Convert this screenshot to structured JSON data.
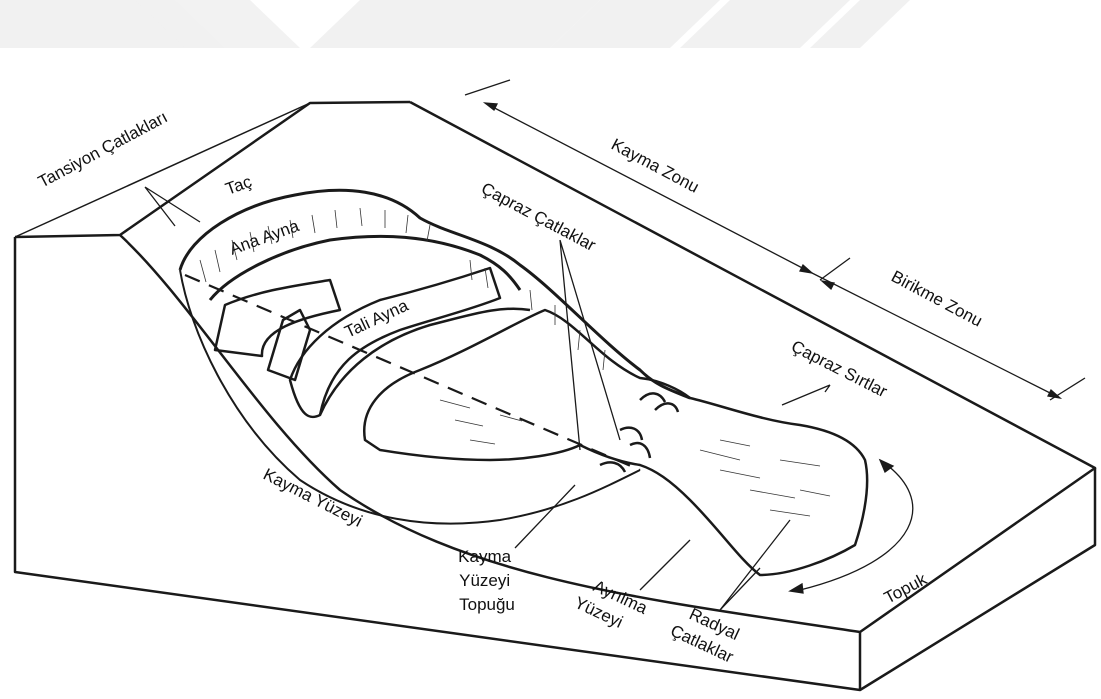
{
  "labels": {
    "tension_cracks": "Tansiyon Çatlakları",
    "crown": "Taç",
    "main_scarp": "Ana Ayna",
    "minor_scarp": "Tali Ayna",
    "transverse_cracks": "Çapraz Çatlaklar",
    "depletion_zone": "Kayma Zonu",
    "accumulation_zone": "Birikme Zonu",
    "transverse_ridges": "Çapraz Sırtlar",
    "surface_of_rupture": "Kayma Yüzeyi",
    "toe_rupture_line1": "Kayma",
    "toe_rupture_line2": "Yüzeyi",
    "toe_rupture_line3": "Topuğu",
    "separation_line1": "Ayrılma",
    "separation_line2": "Yüzeyi",
    "radial_line1": "Radyal",
    "radial_line2": "Çatlaklar",
    "toe": "Topuk"
  },
  "colors": {
    "line": "#1a1a1a",
    "banner": "#f1f1f1",
    "background": "#ffffff"
  }
}
